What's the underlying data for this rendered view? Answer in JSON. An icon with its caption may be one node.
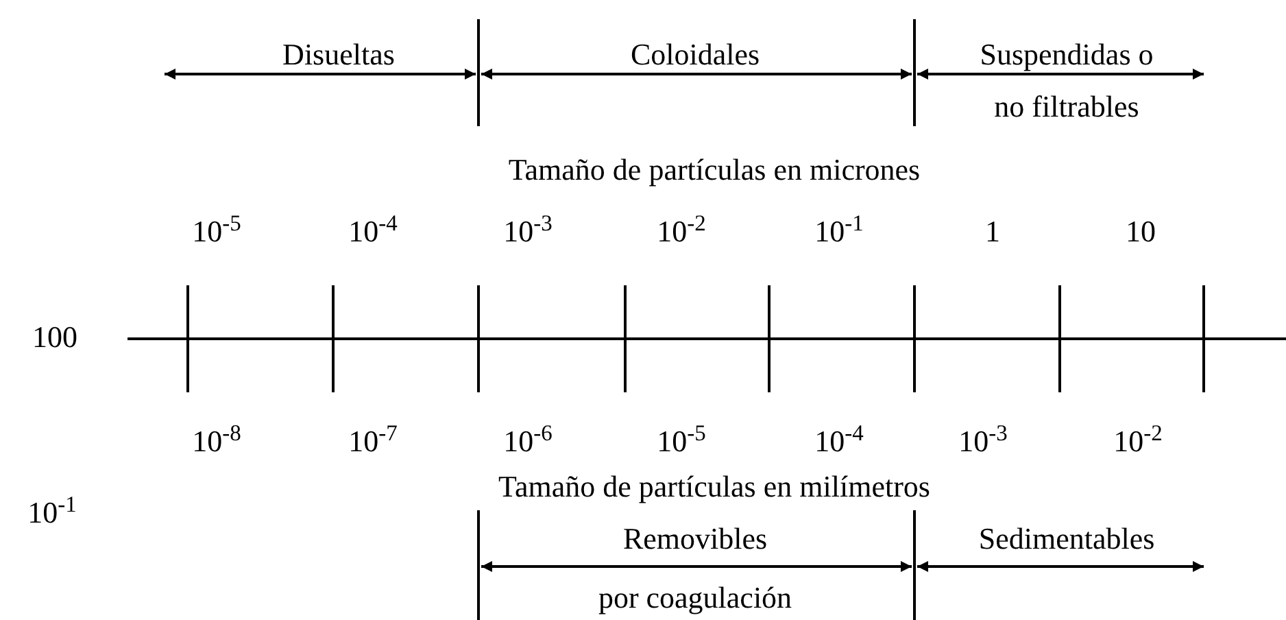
{
  "diagram": {
    "labels": [
      "Disueltas",
      "Coloidales",
      "Suspendidas o",
      "no filtrables",
      "Tamaño de partículas en micrones",
      "10$^{-5}$",
      "10$^{-4}$",
      "10$^{-3}$",
      "10$^{-2}$",
      "10$^{-1}$",
      "1",
      "10",
      "100",
      "10$^{-8}$",
      "10$^{-7}$",
      "10$^{-6}$",
      "10$^{-5}$",
      "10$^{-4}$",
      "10$^{-3}$",
      "10$^{-2}$",
      "Tamaño de partículas en milímetros",
      "10$^{-1}$",
      "Removibles",
      "Sedimentables",
      "por coagulación"
    ]
  }
}
